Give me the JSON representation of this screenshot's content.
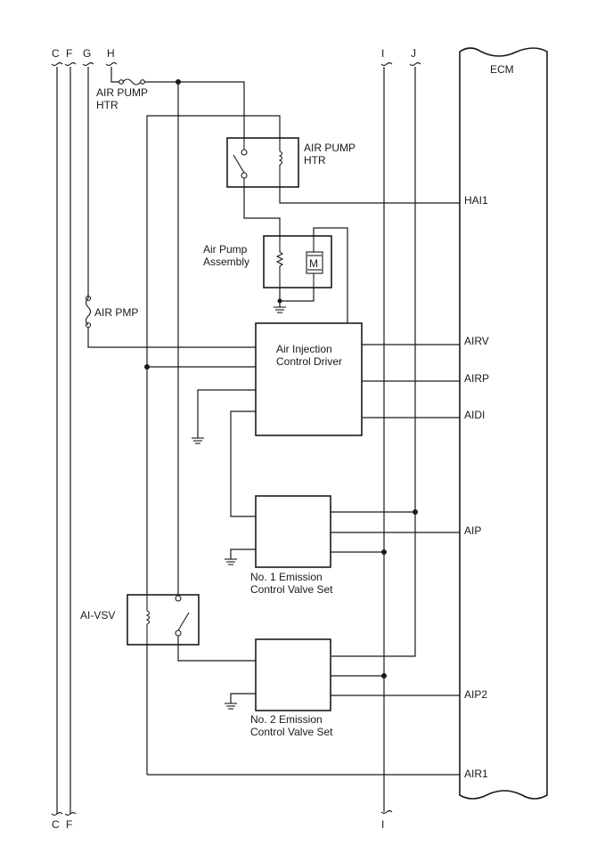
{
  "connectors": {
    "top": [
      "C",
      "F",
      "G",
      "H",
      "I",
      "J"
    ],
    "bottom": [
      "C",
      "F",
      "I"
    ]
  },
  "ecm": {
    "label": "ECM"
  },
  "fuses": {
    "air_pump_htr": [
      "AIR PUMP",
      "HTR"
    ],
    "air_pmp": "AIR PMP"
  },
  "relay_air_pump_htr": [
    "AIR PUMP",
    "HTR"
  ],
  "air_pump_assembly": {
    "label": [
      "Air Pump",
      "Assembly"
    ],
    "motor": "M"
  },
  "air_injection_driver": [
    "Air Injection",
    "Control Driver"
  ],
  "valve_set_1": [
    "No. 1 Emission",
    "Control Valve Set"
  ],
  "valve_set_2": [
    "No. 2 Emission",
    "Control Valve Set"
  ],
  "ai_vsv": "AI-VSV",
  "ecm_terminals": [
    "HAI1",
    "AIRV",
    "AIRP",
    "AIDI",
    "AIP",
    "AIP2",
    "AIR1"
  ]
}
